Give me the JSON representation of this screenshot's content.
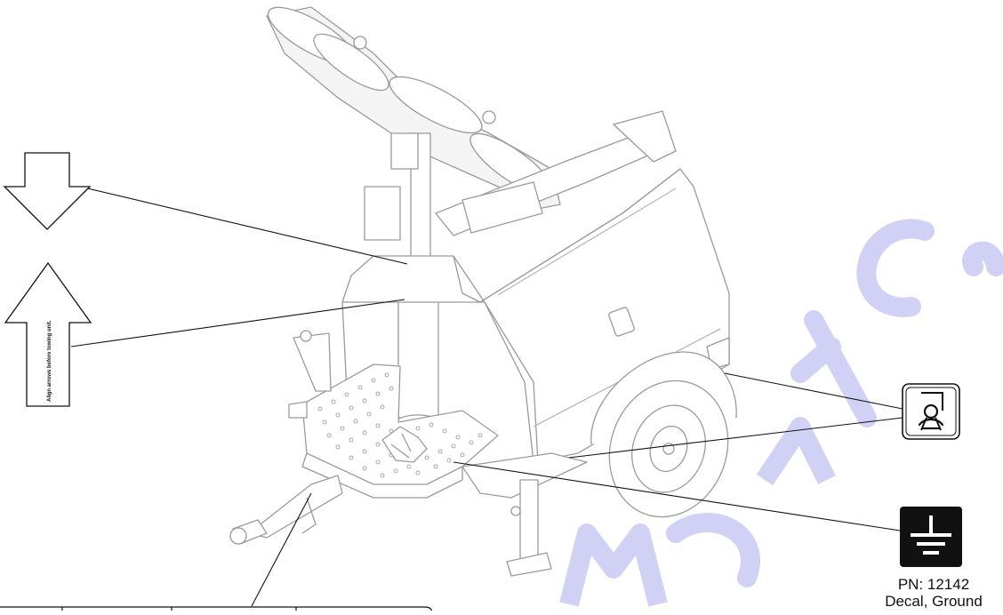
{
  "arrow_decal": {
    "text": "Align arrows before towing unit."
  },
  "ground_decal": {
    "part_number": "PN: 12142",
    "name": "Decal, Ground"
  },
  "watermark": {
    "text": "manualsdocument.com"
  }
}
